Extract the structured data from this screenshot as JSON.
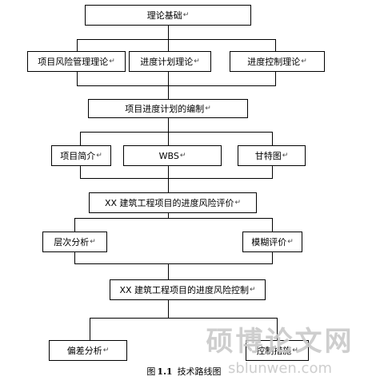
{
  "boxes": {
    "theory_basis": "理论基础",
    "risk_mgmt_theory": "项目风险管理理论",
    "schedule_plan_theory": "进度计划理论",
    "schedule_control_theory": "进度控制理论",
    "schedule_plan_compile": "项目进度计划的编制",
    "project_intro": "项目简介",
    "wbs": "WBS",
    "gantt": "甘特图",
    "risk_eval": "XX 建筑工程项目的进度风险评价",
    "hierarchy_analysis": "层次分析",
    "fuzzy_eval": "模糊评价",
    "risk_control": "XX 建筑工程项目的进度风险控制",
    "variance_analysis": "偏差分析",
    "control_measures": "控制措施"
  },
  "paragraph_mark": "↵",
  "caption": {
    "prefix": "图",
    "number": "1.1",
    "text": "技术路线图"
  },
  "watermark": {
    "chinese": "硕博论文网",
    "url": "sblunwen.com"
  }
}
